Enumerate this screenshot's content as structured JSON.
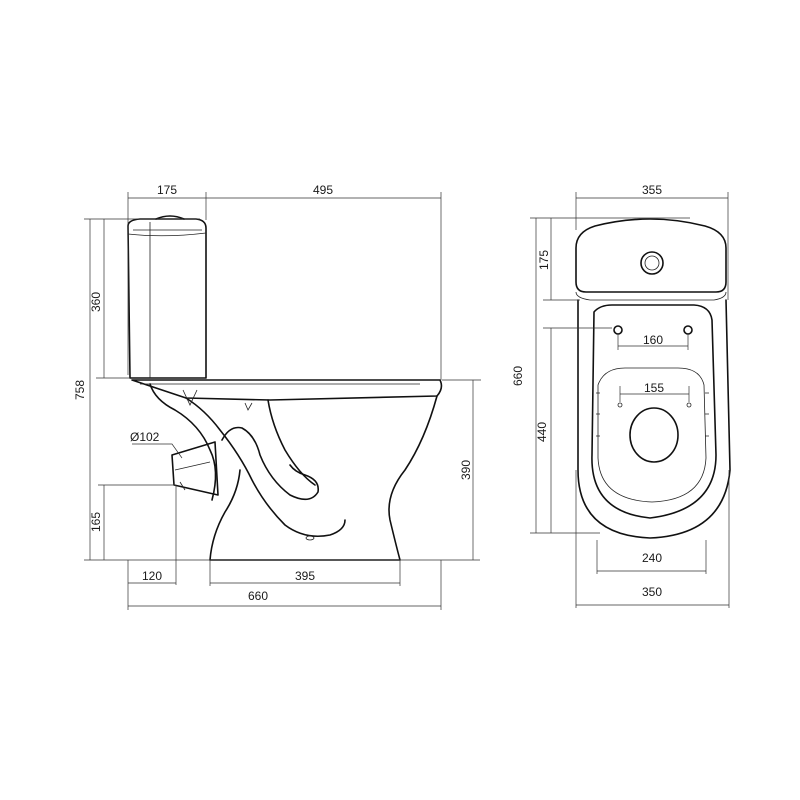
{
  "side_view": {
    "top_segment_left": "175",
    "top_segment_right": "495",
    "overall_height": "758",
    "tank_height": "360",
    "outlet_diameter": "Ø102",
    "outlet_height": "165",
    "bowl_height": "390",
    "outlet_offset": "120",
    "base_length": "395",
    "overall_length": "660"
  },
  "top_view": {
    "overall_width": "355",
    "overall_length": "660",
    "tank_depth": "175",
    "seat_length": "440",
    "rear_holes": "160",
    "seat_holes": "155",
    "base_width": "240",
    "bowl_width": "350"
  }
}
